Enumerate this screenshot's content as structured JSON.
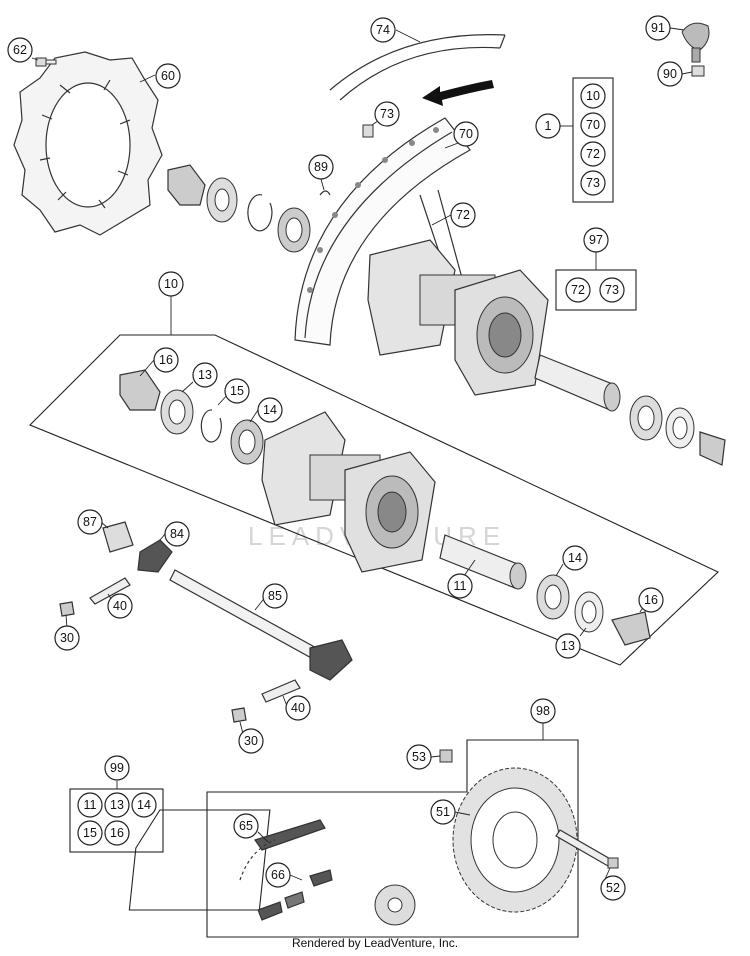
{
  "footer": {
    "text": "Rendered by LeadVenture, Inc."
  },
  "watermark": {
    "text": "LEADVENTURE"
  },
  "callouts": {
    "c62": "62",
    "c60": "60",
    "c74": "74",
    "c91": "91",
    "c90": "90",
    "c73": "73",
    "c70": "70",
    "c89": "89",
    "c72": "72",
    "c1": "1",
    "c97": "97",
    "c10": "10",
    "c16a": "16",
    "c13a": "13",
    "c15": "15",
    "c14a": "14",
    "c87": "87",
    "c84": "84",
    "c40a": "40",
    "c30a": "30",
    "c85": "85",
    "c11": "11",
    "c14b": "14",
    "c16b": "16",
    "c13b": "13",
    "c40b": "40",
    "c30b": "30",
    "c99": "99",
    "c98": "98",
    "c53": "53",
    "c51": "51",
    "c52": "52",
    "c65": "65",
    "c66": "66"
  },
  "groups": {
    "g1": [
      "10",
      "70",
      "72",
      "73"
    ],
    "g97": [
      "72",
      "73"
    ],
    "g99": [
      "11",
      "13",
      "14",
      "15",
      "16"
    ]
  }
}
